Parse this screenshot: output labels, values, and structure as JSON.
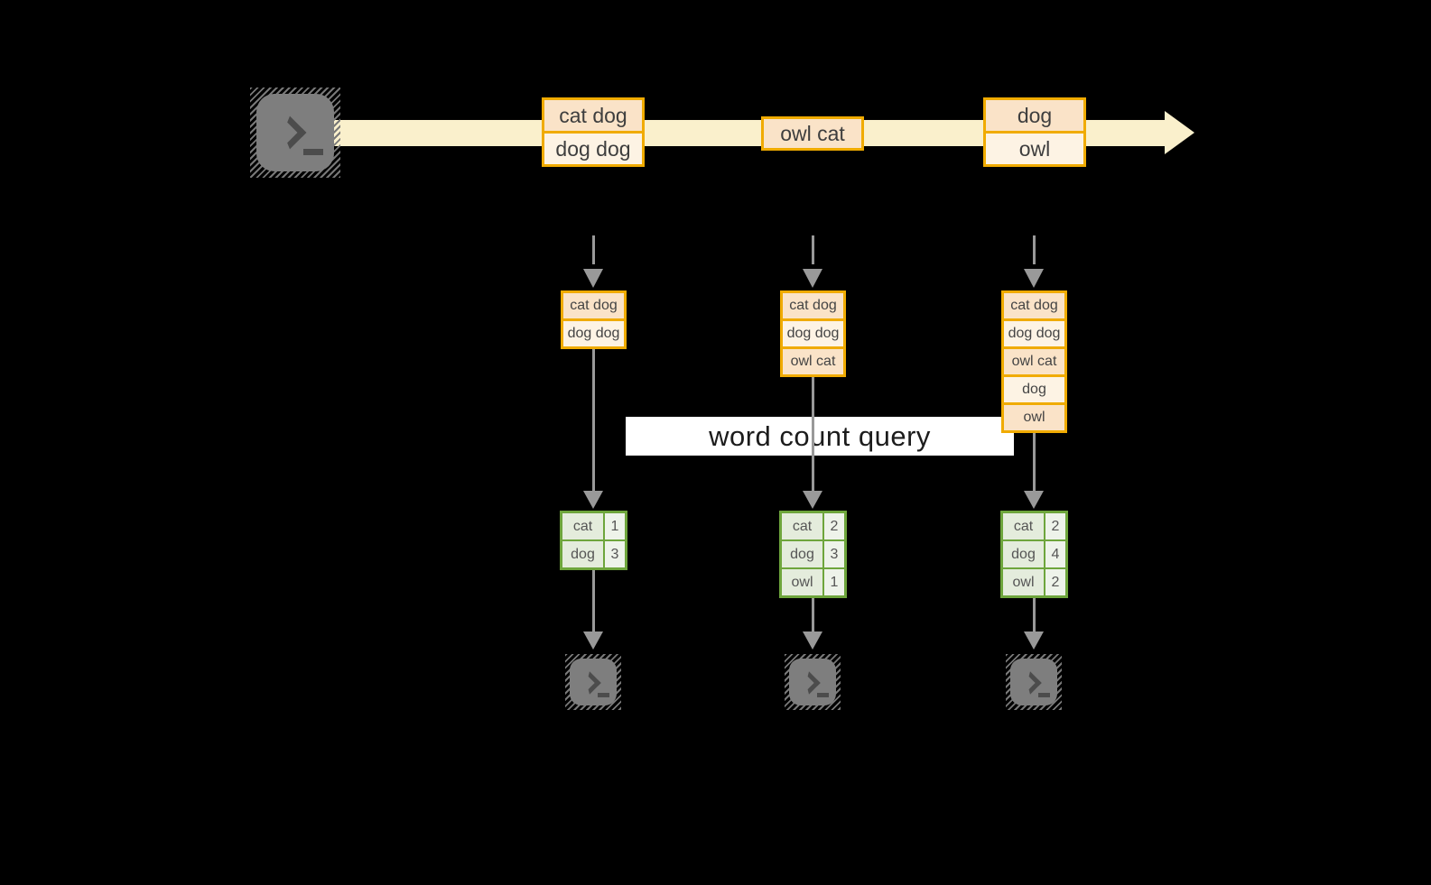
{
  "diagram": {
    "query_label": "word count query"
  },
  "stream": {
    "source_icon": "terminal-icon",
    "events": [
      {
        "rows": [
          "cat dog",
          "dog dog"
        ]
      },
      {
        "rows": [
          "owl cat"
        ]
      },
      {
        "rows": [
          "dog",
          "owl"
        ]
      }
    ]
  },
  "columns": [
    {
      "buffer": [
        "cat dog",
        "dog dog"
      ],
      "counts": [
        {
          "word": "cat",
          "count": "1"
        },
        {
          "word": "dog",
          "count": "3"
        }
      ]
    },
    {
      "buffer": [
        "cat dog",
        "dog dog",
        "owl cat"
      ],
      "counts": [
        {
          "word": "cat",
          "count": "2"
        },
        {
          "word": "dog",
          "count": "3"
        },
        {
          "word": "owl",
          "count": "1"
        }
      ]
    },
    {
      "buffer": [
        "cat dog",
        "dog dog",
        "owl cat",
        "dog",
        "owl"
      ],
      "counts": [
        {
          "word": "cat",
          "count": "2"
        },
        {
          "word": "dog",
          "count": "4"
        },
        {
          "word": "owl",
          "count": "2"
        }
      ]
    }
  ],
  "colors": {
    "gold": "#F0AB00",
    "peach": "#FAE3C8",
    "cream": "#FDF3E4",
    "band": "#FAF0CC",
    "green": "#6EA53C",
    "cellA": "#E4ECDC",
    "cellB": "#EEF3EA",
    "gray": "#999999"
  }
}
